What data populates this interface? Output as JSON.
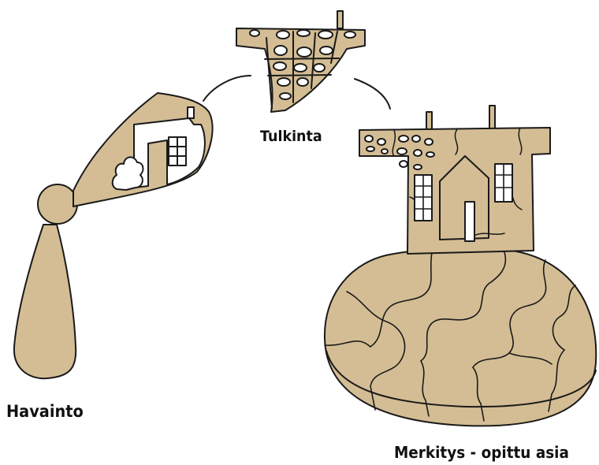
{
  "labels": {
    "interpretation": "Tulkinta",
    "observation": "Havainto",
    "meaning": "Merkitys - opittu asia"
  },
  "colors": {
    "fill": "#d4bd94",
    "stroke": "#1a1a1a",
    "background": "#ffffff"
  }
}
